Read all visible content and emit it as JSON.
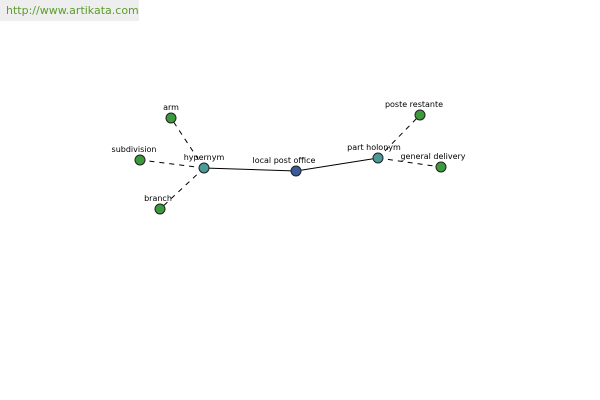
{
  "header": {
    "url": "http://www.artikata.com"
  },
  "colors": {
    "center": "#3b5a9a",
    "relation": "#4b9a9a",
    "term": "#3c9a3c"
  },
  "diagram": {
    "nodes": [
      {
        "id": "local-post-office",
        "label": "local post office",
        "kind": "center"
      },
      {
        "id": "hypernym",
        "label": "hypernym",
        "kind": "relation"
      },
      {
        "id": "part-holonym",
        "label": "part holonym",
        "kind": "relation"
      },
      {
        "id": "arm",
        "label": "arm",
        "kind": "term"
      },
      {
        "id": "subdivision",
        "label": "subdivision",
        "kind": "term"
      },
      {
        "id": "branch",
        "label": "branch",
        "kind": "term"
      },
      {
        "id": "poste-restante",
        "label": "poste restante",
        "kind": "term"
      },
      {
        "id": "general-delivery",
        "label": "general delivery",
        "kind": "term"
      }
    ],
    "edges": [
      {
        "from": "local-post-office",
        "to": "hypernym",
        "style": "solid"
      },
      {
        "from": "local-post-office",
        "to": "part-holonym",
        "style": "solid"
      },
      {
        "from": "hypernym",
        "to": "arm",
        "style": "dashed"
      },
      {
        "from": "hypernym",
        "to": "subdivision",
        "style": "dashed"
      },
      {
        "from": "hypernym",
        "to": "branch",
        "style": "dashed"
      },
      {
        "from": "part-holonym",
        "to": "poste-restante",
        "style": "dashed"
      },
      {
        "from": "part-holonym",
        "to": "general-delivery",
        "style": "dashed"
      }
    ]
  }
}
